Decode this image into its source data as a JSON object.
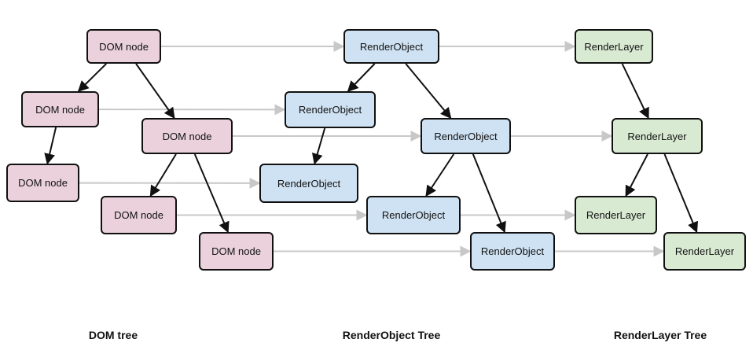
{
  "colors": {
    "dom_fill": "#ead1dc",
    "renderobject_fill": "#cfe2f3",
    "renderlayer_fill": "#d9ead3",
    "tree_edge": "#111111",
    "mapping_edge": "#c8c8c8"
  },
  "nodes": {
    "dom1": "DOM node",
    "dom2": "DOM node",
    "dom3": "DOM node",
    "dom4": "DOM node",
    "dom5": "DOM node",
    "dom6": "DOM node",
    "ro1": "RenderObject",
    "ro2": "RenderObject",
    "ro3": "RenderObject",
    "ro4": "RenderObject",
    "ro5": "RenderObject",
    "ro6": "RenderObject",
    "rl1": "RenderLayer",
    "rl2": "RenderLayer",
    "rl3": "RenderLayer",
    "rl4": "RenderLayer"
  },
  "tree_edges": [
    [
      "dom1",
      "dom2"
    ],
    [
      "dom1",
      "dom3"
    ],
    [
      "dom2",
      "dom4"
    ],
    [
      "dom3",
      "dom5"
    ],
    [
      "dom3",
      "dom6"
    ],
    [
      "ro1",
      "ro2"
    ],
    [
      "ro1",
      "ro3"
    ],
    [
      "ro2",
      "ro4"
    ],
    [
      "ro3",
      "ro5"
    ],
    [
      "ro3",
      "ro6"
    ],
    [
      "rl1",
      "rl2"
    ],
    [
      "rl2",
      "rl3"
    ],
    [
      "rl2",
      "rl4"
    ]
  ],
  "mapping_edges": [
    [
      "dom1",
      "ro1"
    ],
    [
      "dom2",
      "ro2"
    ],
    [
      "dom3",
      "ro3"
    ],
    [
      "dom4",
      "ro4"
    ],
    [
      "dom5",
      "ro5"
    ],
    [
      "dom6",
      "ro6"
    ],
    [
      "ro1",
      "rl1"
    ],
    [
      "ro3",
      "rl2"
    ],
    [
      "ro5",
      "rl3"
    ],
    [
      "ro6",
      "rl4"
    ]
  ],
  "captions": {
    "dom_tree": "DOM tree",
    "renderobject_tree": "RenderObject Tree",
    "renderlayer_tree": "RenderLayer Tree"
  }
}
